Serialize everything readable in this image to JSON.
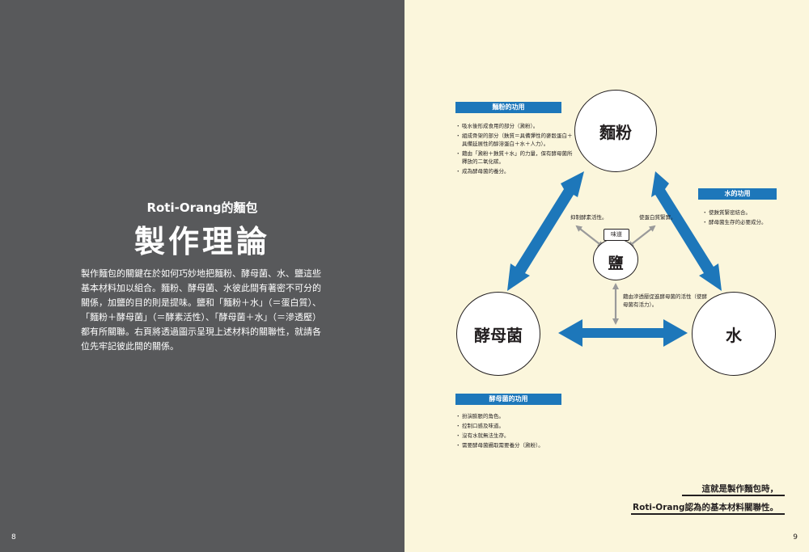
{
  "left": {
    "subtitle": "Roti-Orang的麵包",
    "title": "製作理論",
    "intro": "製作麵包的關鍵在於如何巧妙地把麵粉、酵母菌、水、鹽這些基本材料加以組合。麵粉、酵母菌、水彼此間有著密不可分的關係，加鹽的目的則是提味。鹽和「麵粉＋水」（＝蛋白質）、「麵粉＋酵母菌」（＝酵素活性）、「酵母菌＋水」（＝滲透壓）都有所關聯。右頁將透過圖示呈現上述材料的關聯性，就請各位先牢記彼此間的關係。",
    "page_number": "8"
  },
  "right": {
    "page_number": "9",
    "circles": {
      "flour": "麵粉",
      "yeast": "酵母菌",
      "water": "水",
      "salt": "鹽",
      "salt_tag": "味道"
    },
    "flour_box": {
      "title": "麵粉的功用",
      "items": [
        "吸水後形成食用的部分（澱粉）。",
        "組成骨架的部分（麩質＝具備彈性的麥穀蛋白＋具備延展性的醇溶蛋白＋水＋人力）。",
        "藉由「澱粉＋麩質＋水」的力量，保有酵母菌所釋放的二氧化碳。",
        "成為酵母菌的養分。"
      ]
    },
    "water_box": {
      "title": "水的功用",
      "items": [
        "使麩質緊密結合。",
        "酵母菌生存的必要成分。"
      ]
    },
    "yeast_box": {
      "title": "酵母菌的功用",
      "items": [
        "扮演膨脹的角色。",
        "控制口感及味道。",
        "沒有水就無法生存。",
        "需要酵母菌攝取需要養分（澱粉）。"
      ]
    },
    "labels": {
      "gluten": "抑制酵素活性。",
      "protein": "使蛋白質緊實。",
      "yeast_activity": "藉由滲透壓促進酵母菌的活性（使酵母菌有活力）。"
    },
    "closing": {
      "line1": "這就是製作麵包時，",
      "line2": "Roti-Orang認為的基本材料關聯性。"
    }
  },
  "colors": {
    "left_bg": "#58595b",
    "right_bg": "#fbf6dc",
    "accent_blue": "#1d77ba",
    "gray_arrow": "#9a9a9a"
  }
}
